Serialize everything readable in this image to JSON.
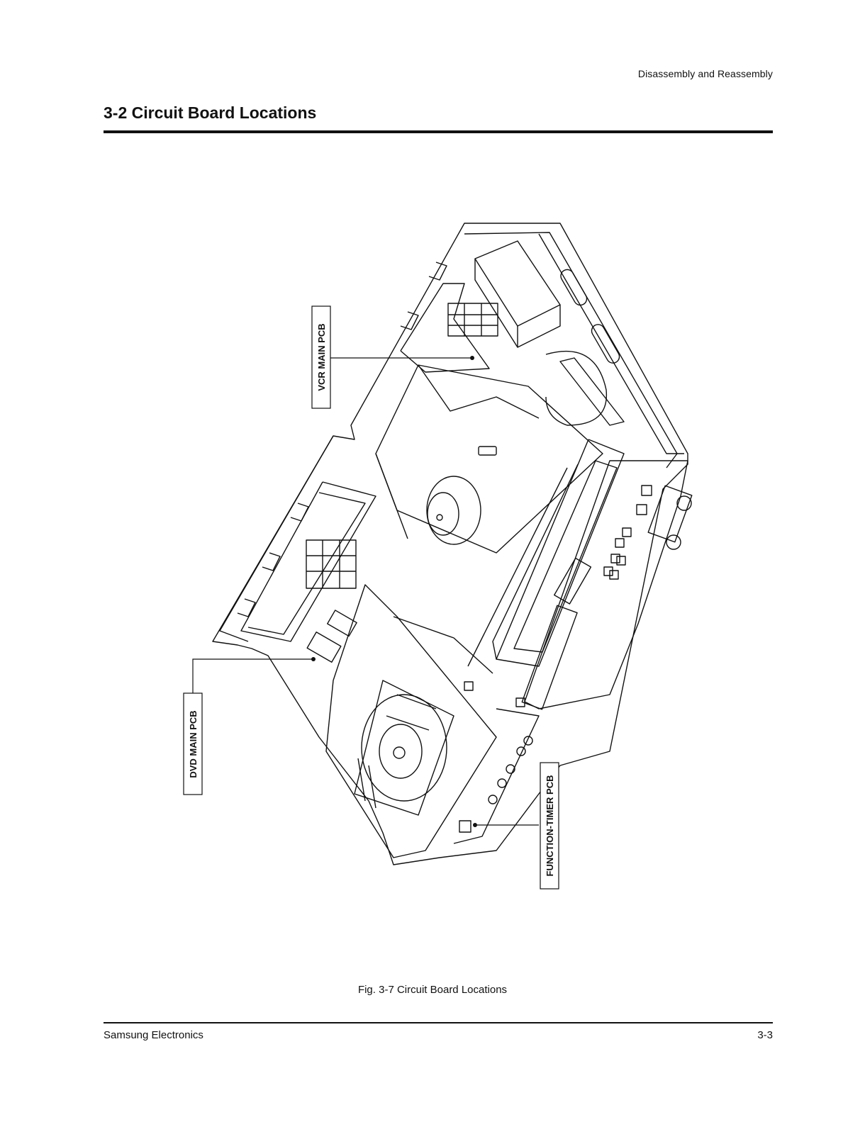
{
  "header": {
    "section_name": "Disassembly and Reassembly"
  },
  "section": {
    "title": "3-2 Circuit Board Locations"
  },
  "figure": {
    "labels": {
      "vcr": "VCR MAIN PCB",
      "dvd": "DVD MAIN PCB",
      "function_timer": "FUNCTION-TIMER PCB"
    },
    "caption": "Fig. 3-7 Circuit Board Locations"
  },
  "footer": {
    "company": "Samsung Electronics",
    "page": "3-3"
  }
}
